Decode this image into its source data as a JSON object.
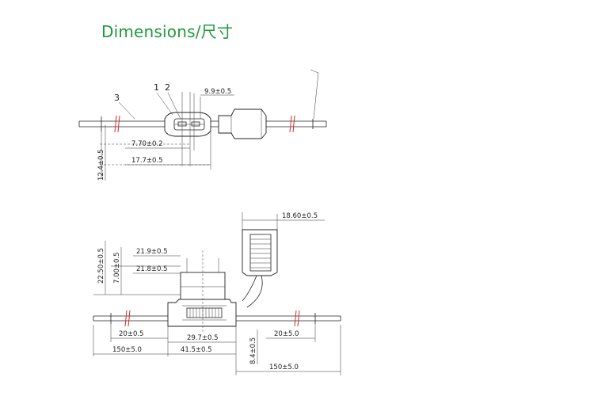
{
  "title": "Dimensions/尺寸",
  "top_view": {
    "callouts": {
      "c1": "1",
      "c2": "2",
      "c3": "3"
    },
    "dims": {
      "d_9_9": "9.9±0.5",
      "d_7_70": "7.70±0.2",
      "d_17_7": "17.7±0.5",
      "d_12_4": "12.4±0.5"
    }
  },
  "side_view": {
    "dims": {
      "d_18_60": "18.60±0.5",
      "d_21_9": "21.9±0.5",
      "d_21_8": "21.8±0.5",
      "d_22_50": "22.50±0.5",
      "d_7_00": "7.00±0.5",
      "d_20_left": "20±0.5",
      "d_29_7": "29.7±0.5",
      "d_20_right": "20±5.0",
      "d_150_left": "150±5.0",
      "d_41_5": "41.5±0.5",
      "d_8_4": "8.4±0.5",
      "d_150_right": "150±5.0"
    }
  },
  "colors": {
    "title": "#1f9a3a",
    "marker": "#d62a2a"
  }
}
